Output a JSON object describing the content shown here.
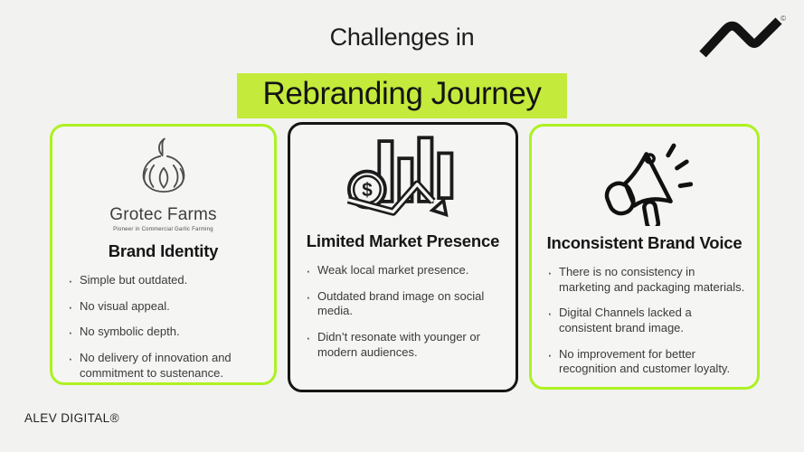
{
  "slide": {
    "title_line1": "Challenges in",
    "title_line2": "Rebranding Journey",
    "footer": "ALEV DIGITAL®",
    "logo": {
      "icon": "wave-logo",
      "copyright_symbol": "©"
    }
  },
  "colors": {
    "background": "#f2f2f1",
    "card_background": "#f5f5f3",
    "lime_highlight": "#c4ea3c",
    "lime_border": "#adf121",
    "black_border": "#151515",
    "ink": "#1c1c1c"
  },
  "cards": [
    {
      "title": "Brand Identity",
      "border": "lime",
      "icon": "grotec-farms-garlic-logo",
      "logo_text": "Grotec Farms",
      "logo_tagline": "Pioneer in Commercial Garlic Farming",
      "bullets": [
        "Simple but outdated.",
        "No visual appeal.",
        "No symbolic depth.",
        "No delivery of innovation and commitment to sustenance."
      ]
    },
    {
      "title": "Limited Market Presence",
      "border": "black",
      "icon": "declining-bar-chart-icon",
      "dollar_symbol": "$",
      "bullets": [
        "Weak local market presence.",
        "Outdated brand image on social media.",
        "Didn’t resonate with younger or modern audiences."
      ]
    },
    {
      "title": "Inconsistent Brand Voice",
      "border": "lime",
      "icon": "megaphone-icon",
      "bullets": [
        "There is no consistency in marketing and packaging materials.",
        "Digital Channels lacked a consistent brand image.",
        "No improvement for better recognition and customer loyalty."
      ]
    }
  ]
}
